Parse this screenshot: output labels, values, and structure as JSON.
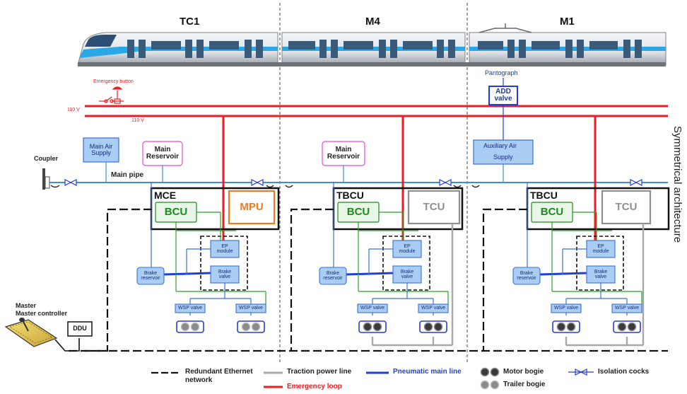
{
  "cars": [
    {
      "name": "TC1"
    },
    {
      "name": "M4"
    },
    {
      "name": "M1"
    }
  ],
  "labels": {
    "emergency_button": "Emergency button",
    "v110_a": "110 V",
    "v110_b": "110 V",
    "pantograph": "Pantograph",
    "add_valve": "ADD valve",
    "coupler": "Coupler",
    "main_pipe": "Main pipe",
    "main_air_supply": "Main Air Supply",
    "main_reservoir_1": "Main Reservoir",
    "main_reservoir_2": "Main Reservoir",
    "auxiliary_air_supply_a": "Auxiliary Air",
    "auxiliary_air_supply_b": "Supply",
    "symmetrical_architecture": "Symmetrical architecture",
    "master_controller": "Master controller",
    "ddu": "DDU"
  },
  "units": [
    {
      "title": "MCE",
      "bcu": "BCU",
      "side": "MPU",
      "ep_module": "EP module",
      "brake_valve": "Brake valve",
      "brake_reservoir": "Brake reservoir",
      "wsp_1": "WSP valve",
      "wsp_2": "WSP valve"
    },
    {
      "title": "TBCU",
      "bcu": "BCU",
      "side": "TCU",
      "ep_module": "EP module",
      "brake_valve": "Brake valve",
      "brake_reservoir": "Brake reservoir",
      "wsp_1": "WSP valve",
      "wsp_2": "WSP valve"
    },
    {
      "title": "TBCU",
      "bcu": "BCU",
      "side": "TCU",
      "ep_module": "EP module",
      "brake_valve": "Brake valve",
      "brake_reservoir": "Brake reservoir",
      "wsp_1": "WSP valve",
      "wsp_2": "WSP valve"
    }
  ],
  "legend": {
    "ethernet_a": "Redundant Ethernet",
    "ethernet_b": "network",
    "traction": "Traction power line",
    "emergency": "Emergency loop",
    "pneumatic": "Pneumatic main line",
    "motor": "Motor bogie",
    "trailer": "Trailer bogie",
    "isolation": "Isolation cocks"
  },
  "colors": {
    "emergency_red": "#ee1c24",
    "pneumatic_blue": "#1f3fd8",
    "pipe_blue": "#3a8fd8",
    "box_fill": "#a9cdf3",
    "box_stroke": "#3a6fd8",
    "bcu_green": "#1d8a1d",
    "mpu_orange": "#f07c22",
    "traction_gray": "#a8a8a8",
    "train_blue": "#2aa7e6"
  }
}
